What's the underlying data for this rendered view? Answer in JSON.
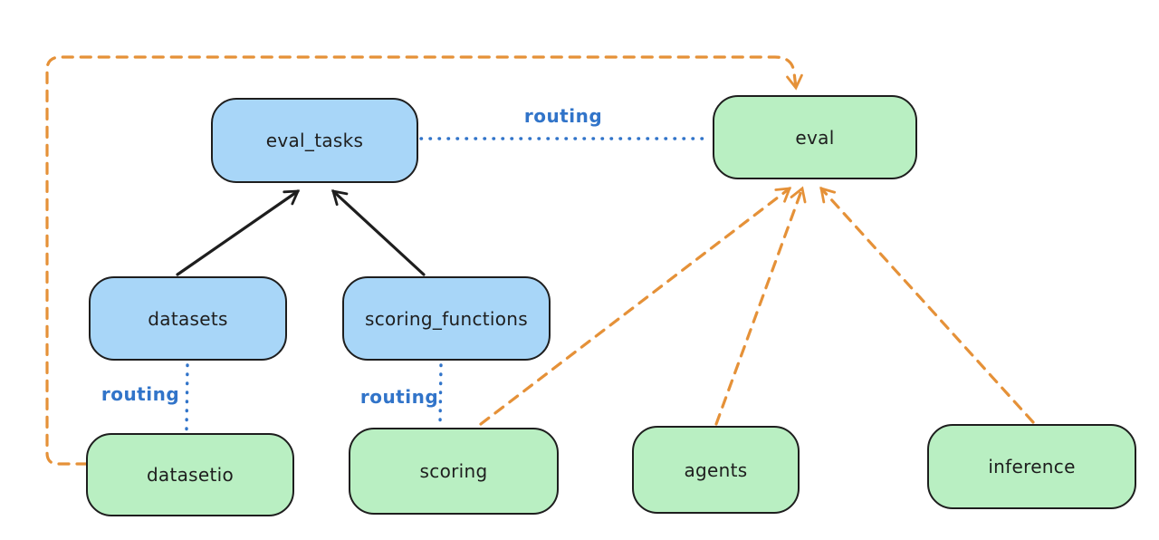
{
  "diagram": {
    "colors": {
      "background": "#ffffff",
      "node_stroke": "#1e1e1e",
      "blue_node_fill": "#a8d6f8",
      "green_node_fill": "#b9efc2",
      "routing_blue": "#3174c9",
      "provider_orange": "#e59138",
      "black_arrow": "#1e1e1e"
    },
    "nodes": [
      {
        "id": "eval_tasks",
        "label": "eval_tasks",
        "fill": "blue"
      },
      {
        "id": "eval",
        "label": "eval",
        "fill": "green"
      },
      {
        "id": "datasets",
        "label": "datasets",
        "fill": "blue"
      },
      {
        "id": "scoring_functions",
        "label": "scoring_functions",
        "fill": "blue"
      },
      {
        "id": "datasetio",
        "label": "datasetio",
        "fill": "green"
      },
      {
        "id": "scoring",
        "label": "scoring",
        "fill": "green"
      },
      {
        "id": "agents",
        "label": "agents",
        "fill": "green"
      },
      {
        "id": "inference",
        "label": "inference",
        "fill": "green"
      }
    ],
    "edges": [
      {
        "from": "datasets",
        "to": "eval_tasks",
        "style": "solid-arrow",
        "color": "black",
        "label": ""
      },
      {
        "from": "scoring_functions",
        "to": "eval_tasks",
        "style": "solid-arrow",
        "color": "black",
        "label": ""
      },
      {
        "from": "eval_tasks",
        "to": "eval",
        "style": "dotted",
        "color": "blue",
        "label": "routing"
      },
      {
        "from": "datasets",
        "to": "datasetio",
        "style": "dotted",
        "color": "blue",
        "label": "routing"
      },
      {
        "from": "scoring_functions",
        "to": "scoring",
        "style": "dotted",
        "color": "blue",
        "label": "routing"
      },
      {
        "from": "datasetio",
        "to": "eval",
        "style": "dashed-arrow",
        "color": "orange",
        "label": ""
      },
      {
        "from": "scoring",
        "to": "eval",
        "style": "dashed-arrow",
        "color": "orange",
        "label": ""
      },
      {
        "from": "agents",
        "to": "eval",
        "style": "dashed-arrow",
        "color": "orange",
        "label": ""
      },
      {
        "from": "inference",
        "to": "eval",
        "style": "dashed-arrow",
        "color": "orange",
        "label": ""
      }
    ]
  }
}
